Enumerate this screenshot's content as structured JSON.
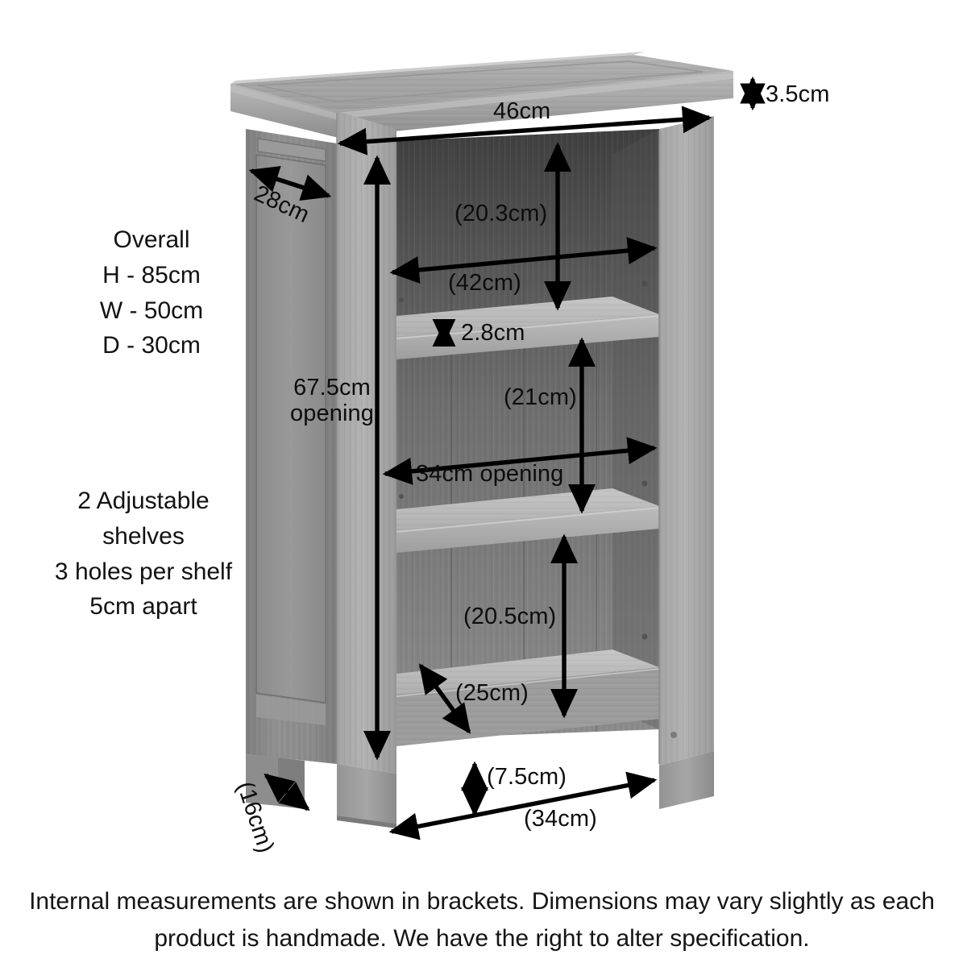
{
  "figure": {
    "type": "product-dimension-diagram",
    "subject": "small oak bookcase with 2 adjustable shelves"
  },
  "overall": {
    "heading": "Overall",
    "height": "H - 85cm",
    "width": "W - 50cm",
    "depth": "D - 30cm",
    "text": "Overall\nH - 85cm\nW - 50cm\nD - 30cm"
  },
  "shelves_note": {
    "line1": "2 Adjustable",
    "line2": "shelves",
    "line3": "3 holes per shelf",
    "line4": "5cm apart",
    "text": "2 Adjustable\nshelves\n3 holes per shelf\n5cm apart"
  },
  "dimensions": {
    "top_thickness": "3.5cm",
    "carcass_width": "46cm",
    "side_depth": "28cm",
    "opening_height": "67.5cm\nopening",
    "opening_height_value": "67.5cm",
    "opening_height_word": "opening",
    "top_shelf_height": "(20.3cm)",
    "shelf_width": "(42cm)",
    "shelf_thickness": "2.8cm",
    "mid_shelf_height": "(21cm)",
    "mid_opening_width": "34cm opening",
    "bottom_shelf_height": "(20.5cm)",
    "internal_depth": "(25cm)",
    "leg_clearance": "(7.5cm)",
    "base_width": "(34cm)",
    "base_depth": "(16cm)"
  },
  "footer": {
    "note": "Internal measurements are shown in brackets. Dimensions may vary slightly as each product is handmade. We have the right to alter specification."
  },
  "colors": {
    "background": "#ffffff",
    "line": "#000000",
    "text": "#121212",
    "wood_top": "#a8a8a8",
    "wood_side": "#8a8a8a",
    "wood_front": "#9c9c9c",
    "wood_interior_dark": "#5a5a5a",
    "shelf_face": "#b6b6b6"
  }
}
